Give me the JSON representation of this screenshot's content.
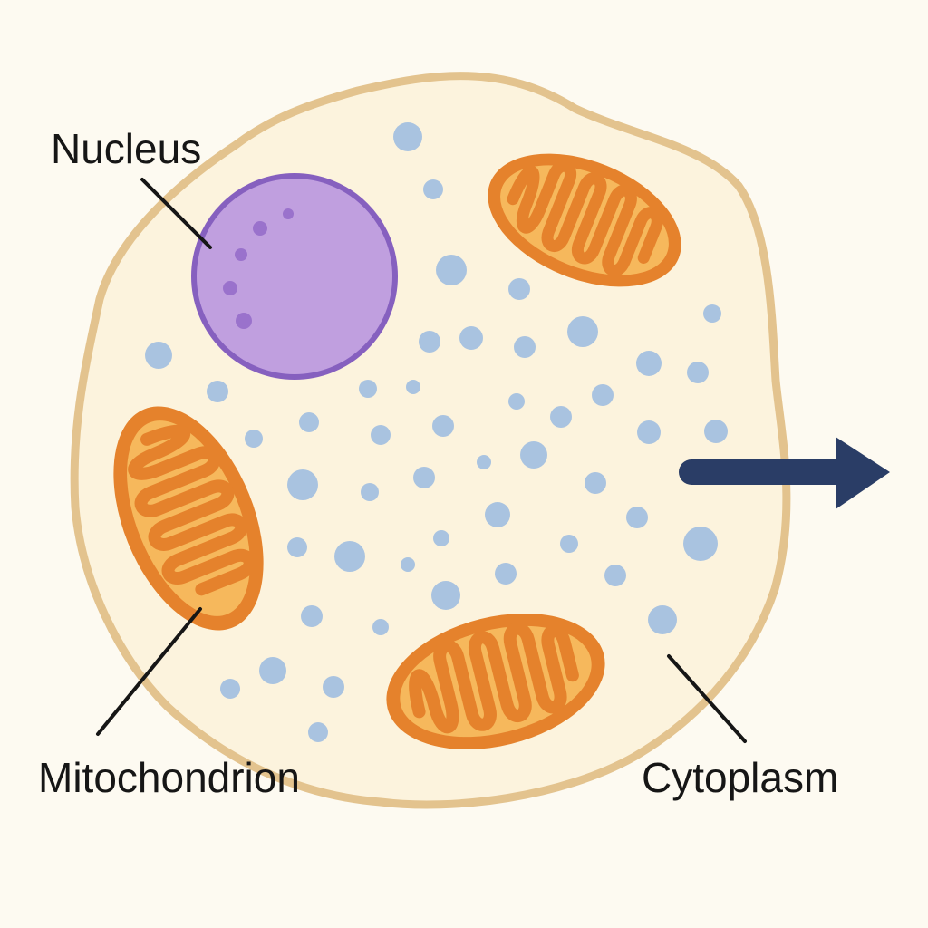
{
  "labels": {
    "nucleus": "Nucleus",
    "mitochondrion": "Mitochondrion",
    "cytoplasm": "Cytoplasm"
  },
  "colors": {
    "background": "#fdfaf1",
    "cell_fill": "#fcf3dd",
    "cell_membrane": "#e3c38e",
    "nucleus_fill": "#c09fdf",
    "nucleus_border": "#8660bf",
    "nucleolus_dots": "#9a72cc",
    "mitochondrion_outer": "#e5822c",
    "mitochondrion_inner": "#f6b85c",
    "cytoplasm_granules": "#a9c3e0",
    "arrow": "#2a3d66",
    "label_text": "#161616",
    "leader_lines": "#161616"
  },
  "icons": {
    "arrow": "right-arrow-icon"
  }
}
